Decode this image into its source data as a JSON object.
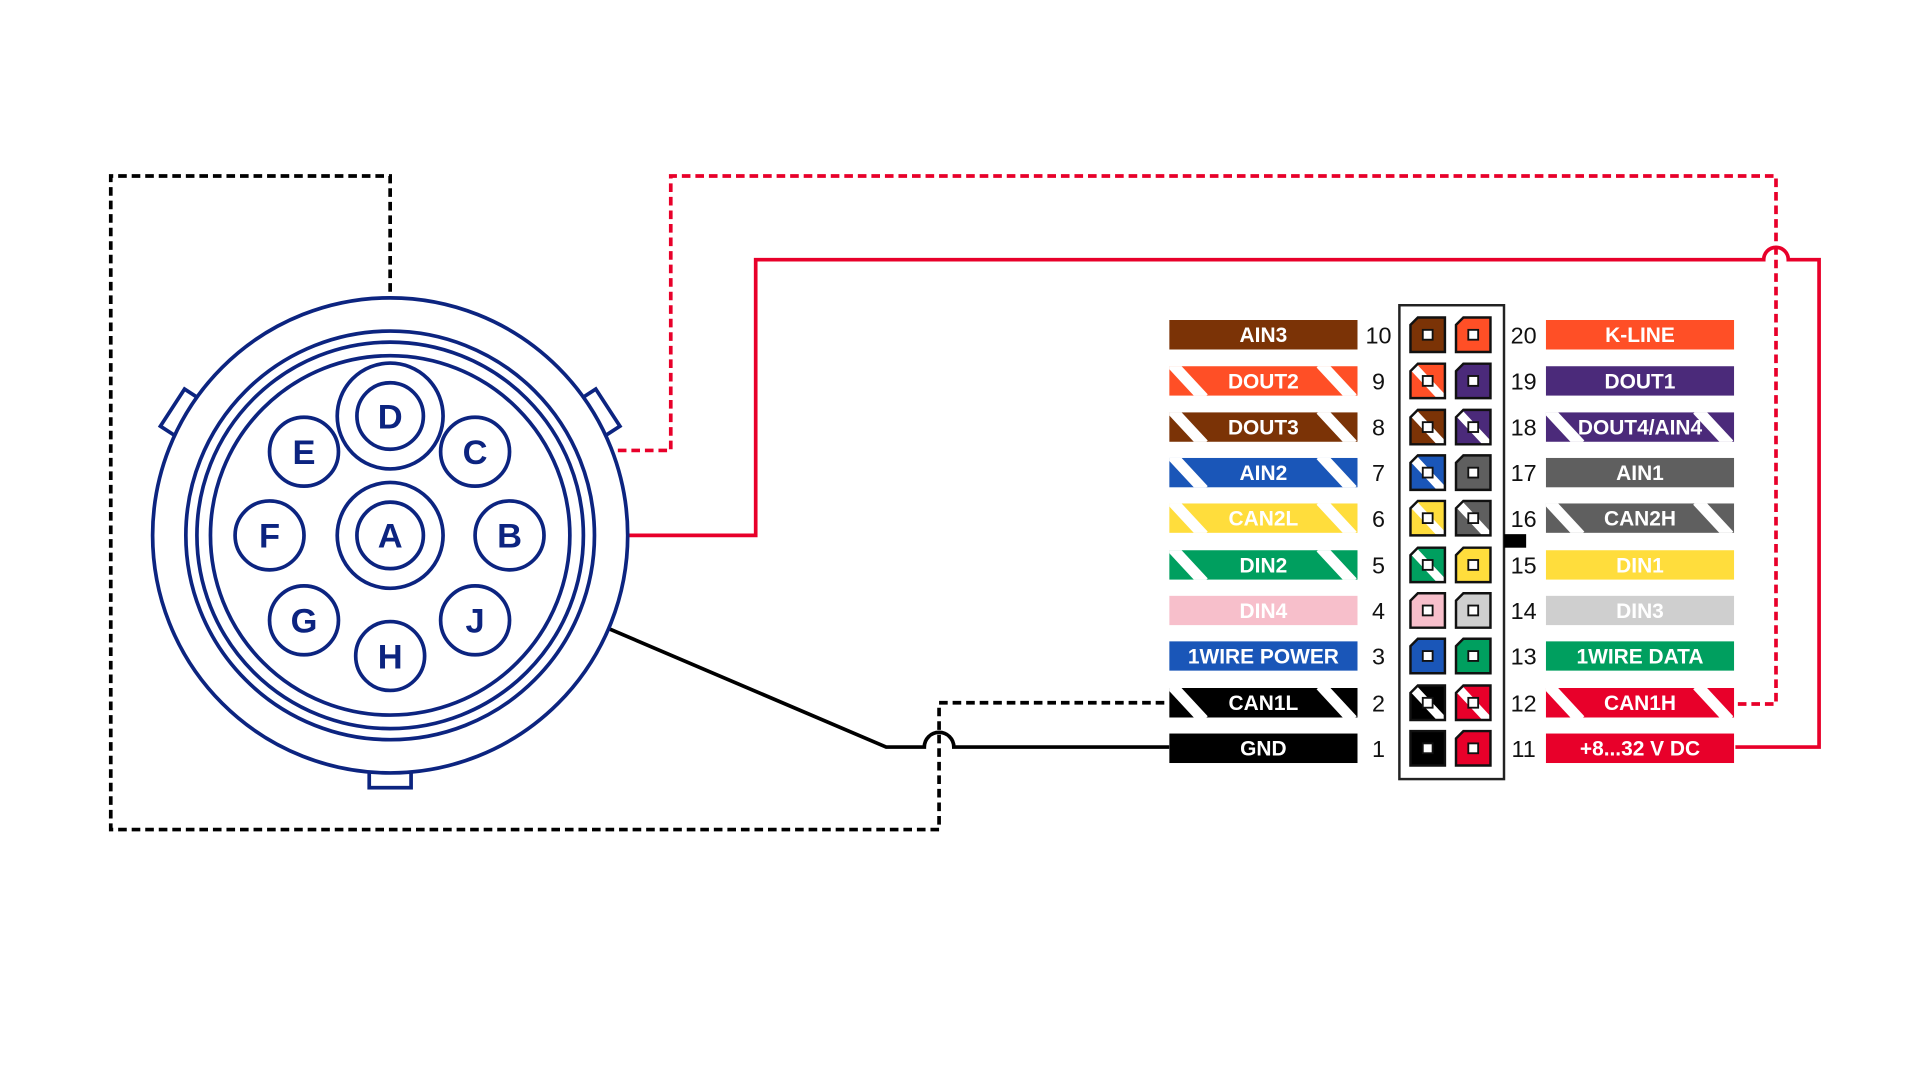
{
  "connector": {
    "color": "#0c2480",
    "pins": [
      {
        "letter": "D"
      },
      {
        "letter": "E"
      },
      {
        "letter": "C"
      },
      {
        "letter": "F"
      },
      {
        "letter": "A"
      },
      {
        "letter": "B"
      },
      {
        "letter": "G"
      },
      {
        "letter": "J"
      },
      {
        "letter": "H"
      }
    ]
  },
  "wires": {
    "red": "#e8002a",
    "black": "#000000"
  },
  "left_pins": [
    {
      "num": "10",
      "label": "AIN3",
      "color": "#7b3306",
      "striped": false
    },
    {
      "num": "9",
      "label": "DOUT2",
      "color": "#ff4f26",
      "striped": true
    },
    {
      "num": "8",
      "label": "DOUT3",
      "color": "#7b3306",
      "striped": true
    },
    {
      "num": "7",
      "label": "AIN2",
      "color": "#1a56b8",
      "striped": true
    },
    {
      "num": "6",
      "label": "CAN2L",
      "color": "#ffdd3c",
      "striped": true
    },
    {
      "num": "5",
      "label": "DIN2",
      "color": "#009f5f",
      "striped": true
    },
    {
      "num": "4",
      "label": "DIN4",
      "color": "#f7bfcb",
      "striped": false
    },
    {
      "num": "3",
      "label": "1WIRE POWER",
      "color": "#1a56b8",
      "striped": false
    },
    {
      "num": "2",
      "label": "CAN1L",
      "color": "#000000",
      "striped": true
    },
    {
      "num": "1",
      "label": "GND",
      "color": "#000000",
      "striped": false
    }
  ],
  "right_pins": [
    {
      "num": "20",
      "label": "K-LINE",
      "color": "#ff4f26",
      "striped": false
    },
    {
      "num": "19",
      "label": "DOUT1",
      "color": "#4b2a7a",
      "striped": false
    },
    {
      "num": "18",
      "label": "DOUT4/AIN4",
      "color": "#4b2a7a",
      "striped": true
    },
    {
      "num": "17",
      "label": "AIN1",
      "color": "#5f5f5f",
      "striped": false
    },
    {
      "num": "16",
      "label": "CAN2H",
      "color": "#5f5f5f",
      "striped": true
    },
    {
      "num": "15",
      "label": "DIN1",
      "color": "#ffdd3c",
      "striped": false
    },
    {
      "num": "14",
      "label": "DIN3",
      "color": "#cfcfcf",
      "striped": false
    },
    {
      "num": "13",
      "label": "1WIRE DATA",
      "color": "#009f5f",
      "striped": false
    },
    {
      "num": "12",
      "label": "CAN1H",
      "color": "#e8002a",
      "striped": true
    },
    {
      "num": "11",
      "label": "+8...32 V DC",
      "color": "#e8002a",
      "striped": false
    }
  ]
}
